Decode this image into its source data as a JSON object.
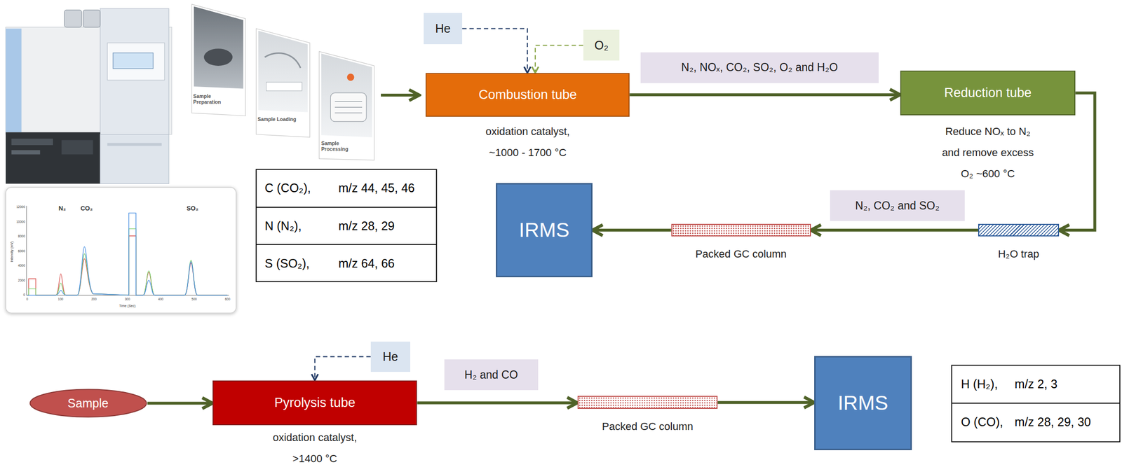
{
  "diagram": {
    "nodes": [
      {
        "text": [
          "He"
        ]
      },
      {
        "text": [
          "O₂"
        ]
      },
      {
        "text": [
          "Combustion tube",
          "oxidation catalyst, ~1000 - 1700 °C"
        ]
      },
      {
        "text": [
          "N₂, NOₓ, CO₂, SO₂, O₂ and H₂O"
        ]
      },
      {
        "text": [
          "Reduction tube",
          "Reduce NOₓ to N₂ and remove excess O₂ ~600 °C"
        ]
      },
      {
        "text": [
          "IRMS"
        ]
      },
      {
        "text": [
          "Packed GC column"
        ]
      },
      {
        "text": [
          "N₂, CO₂ and SO₂"
        ]
      },
      {
        "text": [
          "H₂O trap"
        ]
      },
      {
        "text": [
          "He"
        ]
      },
      {
        "text": [
          "Sample"
        ]
      },
      {
        "text": [
          "Pyrolysis tube",
          "oxidation catalyst, >1400 °C"
        ]
      },
      {
        "text": [
          "H₂ and CO"
        ]
      },
      {
        "text": [
          "Packed GC column"
        ]
      },
      {
        "text": [
          "IRMS"
        ]
      }
    ],
    "edges": [
      {
        "from": 0,
        "to": 2,
        "arrow": "to"
      },
      {
        "from": 1,
        "to": 2,
        "arrow": "to"
      },
      {
        "from": 2,
        "to": 4,
        "arrow": "to"
      },
      {
        "from": 4,
        "to": 8,
        "arrow": "to"
      },
      {
        "from": 8,
        "to": 6,
        "arrow": "to"
      },
      {
        "from": 6,
        "to": 5,
        "arrow": "to"
      },
      {
        "from": 10,
        "to": 11,
        "arrow": "to"
      },
      {
        "from": 9,
        "to": 11,
        "arrow": "to"
      },
      {
        "from": 11,
        "to": 13,
        "arrow": "to"
      },
      {
        "from": 13,
        "to": 14,
        "arrow": "to"
      }
    ],
    "labels": [
      "Sample Preparation",
      "Sample Loading",
      "Sample Processing",
      "N₂",
      "CO₂",
      "SO₂",
      "Intensity (mV)",
      "Time (Sec)",
      "0",
      "100",
      "200",
      "300",
      "400",
      "500",
      "600",
      "0",
      "2000",
      "4000",
      "6000",
      "8000",
      "10000",
      "12000",
      "C (CO₂),",
      "m/z 44, 45, 46",
      "N (N₂),",
      "m/z 28, 29",
      "S (SO₂),",
      "m/z 64, 66",
      "H (H₂),",
      "m/z 2, 3",
      "O (CO),",
      "m/z 28, 29, 30"
    ]
  }
}
